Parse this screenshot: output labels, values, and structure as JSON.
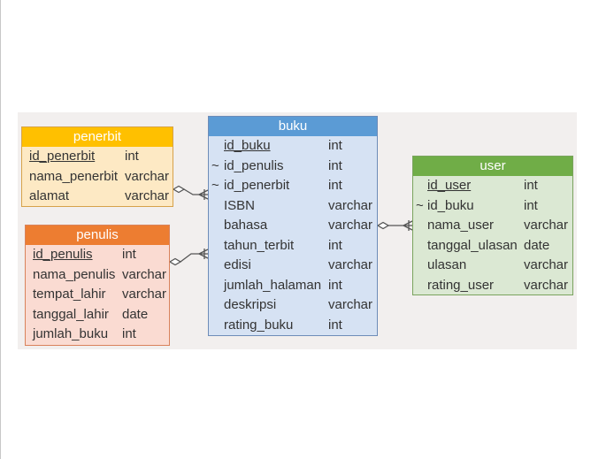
{
  "entities": {
    "penerbit": {
      "title": "penerbit",
      "fields": [
        {
          "mark": "",
          "name": "id_penerbit",
          "type": "int"
        },
        {
          "mark": "",
          "name": "nama_penerbit",
          "type": "varchar"
        },
        {
          "mark": "",
          "name": "alamat",
          "type": "varchar"
        }
      ]
    },
    "penulis": {
      "title": "penulis",
      "fields": [
        {
          "mark": "",
          "name": "id_penulis",
          "type": "int"
        },
        {
          "mark": "",
          "name": "nama_penulis",
          "type": "varchar"
        },
        {
          "mark": "",
          "name": "tempat_lahir",
          "type": "varchar"
        },
        {
          "mark": "",
          "name": "tanggal_lahir",
          "type": "date"
        },
        {
          "mark": "",
          "name": "jumlah_buku",
          "type": "int"
        }
      ]
    },
    "buku": {
      "title": "buku",
      "fields": [
        {
          "mark": "",
          "name": "id_buku",
          "type": "int"
        },
        {
          "mark": "~",
          "name": "id_penulis",
          "type": "int"
        },
        {
          "mark": "~",
          "name": "id_penerbit",
          "type": "int"
        },
        {
          "mark": "",
          "name": "ISBN",
          "type": "varchar"
        },
        {
          "mark": "",
          "name": "bahasa",
          "type": "varchar"
        },
        {
          "mark": "",
          "name": "tahun_terbit",
          "type": "int"
        },
        {
          "mark": "",
          "name": "edisi",
          "type": "varchar"
        },
        {
          "mark": "",
          "name": "jumlah_halaman",
          "type": "int"
        },
        {
          "mark": "",
          "name": "deskripsi",
          "type": "varchar"
        },
        {
          "mark": "",
          "name": "rating_buku",
          "type": "int"
        }
      ]
    },
    "user": {
      "title": "user",
      "fields": [
        {
          "mark": "",
          "name": "id_user",
          "type": "int"
        },
        {
          "mark": "~",
          "name": "id_buku",
          "type": "int"
        },
        {
          "mark": "",
          "name": "nama_user",
          "type": "varchar"
        },
        {
          "mark": "",
          "name": "tanggal_ulasan",
          "type": "date"
        },
        {
          "mark": "",
          "name": "ulasan",
          "type": "varchar"
        },
        {
          "mark": "",
          "name": "rating_user",
          "type": "varchar"
        }
      ]
    }
  },
  "colors": {
    "penerbit_header": "#ffc000",
    "penulis_header": "#ed7d31",
    "buku_header": "#5b9bd5",
    "user_header": "#70ad47",
    "connector": "#555555"
  }
}
